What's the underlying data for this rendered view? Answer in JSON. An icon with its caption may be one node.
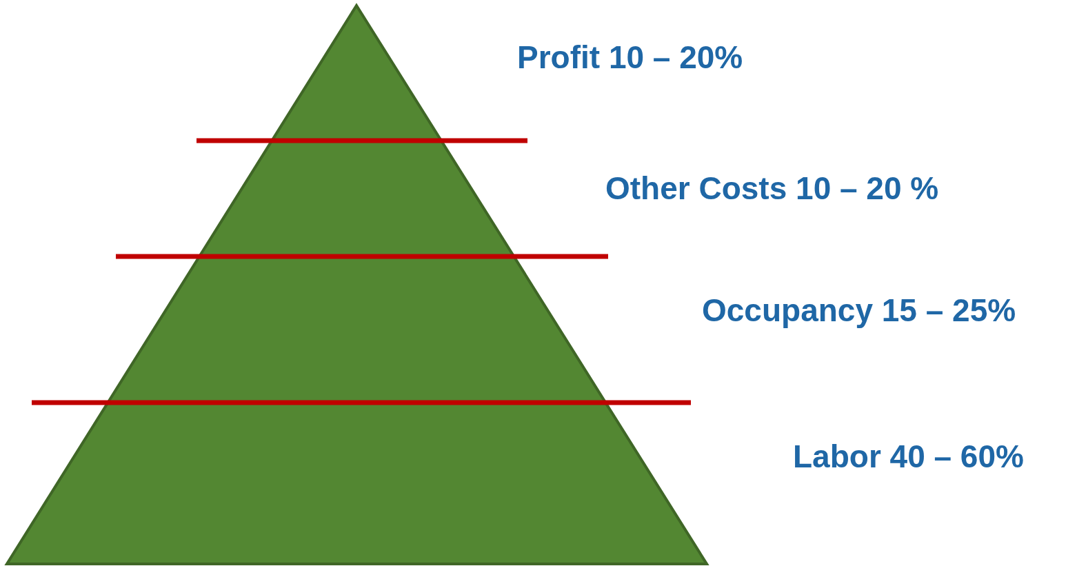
{
  "diagram": {
    "labels": [
      "Profit 10 – 20%",
      "Other Costs 10 – 20 %",
      "Occupancy 15 – 25%",
      "Labor 40 – 60%"
    ]
  }
}
